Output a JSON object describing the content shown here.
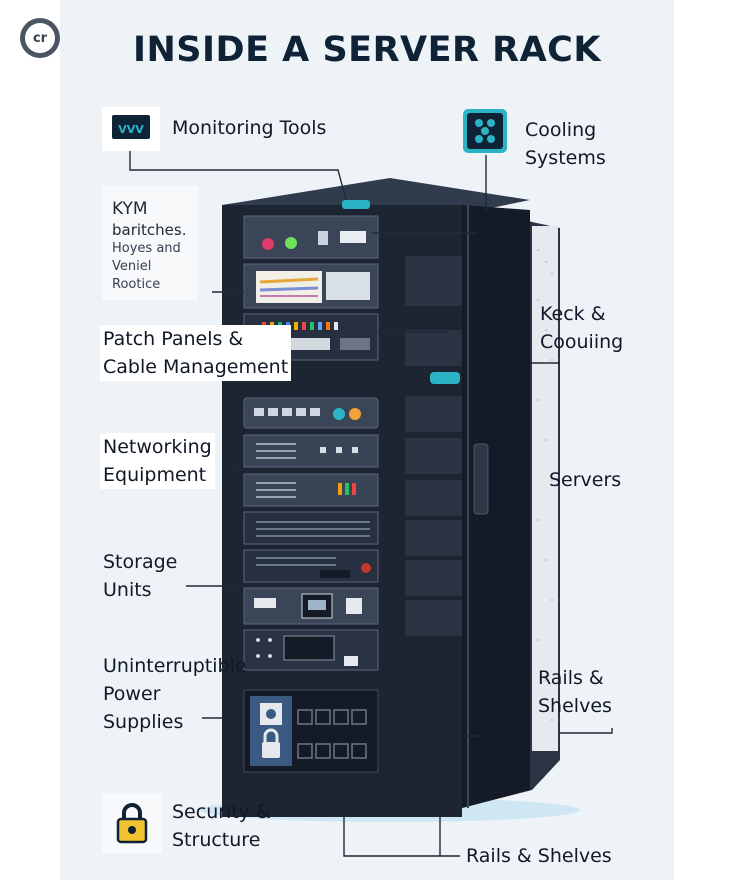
{
  "logo_text": "cr",
  "title": "INSIDE A SERVER RACK",
  "labels": {
    "monitoring": "Monitoring Tools",
    "cooling": [
      "Cooling",
      "Systems"
    ],
    "kvm": [
      "KYM",
      "baritches.",
      "Hoyes and",
      "Veniel Rootice"
    ],
    "patch": [
      "Patch Panels &",
      "Cable Management"
    ],
    "keck": [
      "Keck &",
      "Coouiing"
    ],
    "networking": [
      "Networking",
      "Equipment"
    ],
    "servers": "Servers",
    "storage": [
      "Storage",
      "Units"
    ],
    "ups": [
      "Uninterruptible",
      "Power",
      "Supplies"
    ],
    "rails_right": [
      "Rails &",
      "Shelves"
    ],
    "security": [
      "Security &",
      "Structure"
    ],
    "rails_bottom": "Rails & Shelves"
  },
  "icons": {
    "monitoring": "monitor-icon",
    "cooling": "fan-icon",
    "security": "padlock-icon"
  },
  "monitor_glyph": "VVV",
  "colors": {
    "title": "#0f2236",
    "rack": "#1d2533",
    "accent_teal": "#2bb4c6",
    "background": "#eef3f8"
  }
}
